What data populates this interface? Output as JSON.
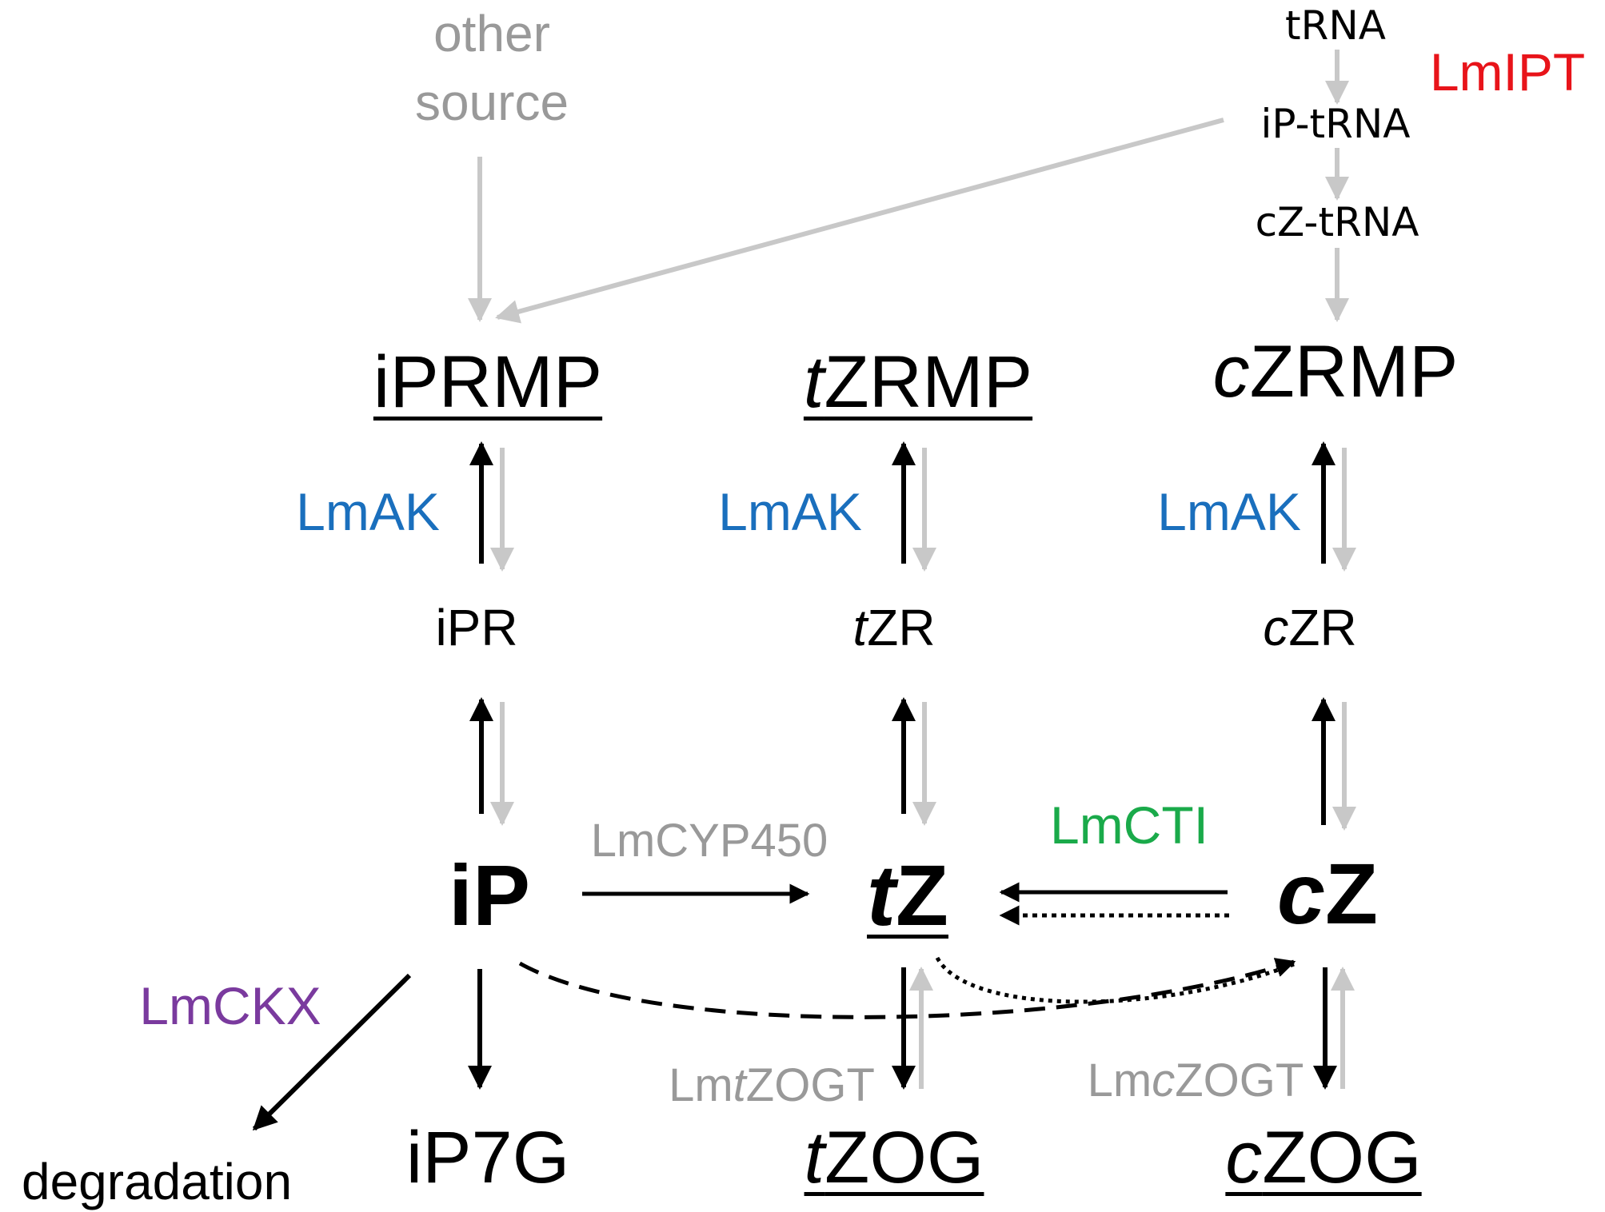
{
  "colors": {
    "black": "#000000",
    "gray": "#999999",
    "light_gray": "#c8c8c8",
    "blue": "#1a6fbd",
    "red": "#e8141a",
    "green": "#1aaa4a",
    "purple": "#7a3a9e"
  },
  "sources": {
    "other_source_line1": "other",
    "other_source_line2": "source",
    "trna": "tRNA",
    "ip_trna": "iP-tRNA",
    "cz_trna": "cZ-tRNA"
  },
  "nucleotides": {
    "iprmp": "iPRMP",
    "tzrmp_prefix": "t",
    "tzrmp_rest": "ZRMP",
    "czrmp_prefix": "c",
    "czrmp_rest": "ZRMP"
  },
  "ribosides": {
    "ipr": "iPR",
    "tzr_prefix": "t",
    "tzr_rest": "ZR",
    "czr_prefix": "c",
    "czr_rest": "ZR"
  },
  "bases": {
    "ip": "iP",
    "tz_prefix": "t",
    "tz_rest": "Z",
    "cz_prefix": "c",
    "cz_rest": "Z"
  },
  "conjugates": {
    "ip7g": "iP7G",
    "tzog_prefix": "t",
    "tzog_rest": "ZOG",
    "czog_prefix": "c",
    "czog_rest": "ZOG",
    "degradation": "degradation"
  },
  "enzymes": {
    "lmipt": "LmIPT",
    "lmak": "LmAK",
    "lmcyp450": "LmCYP450",
    "lmcti": "LmCTI",
    "lmckx": "LmCKX",
    "lmtzogt_prefix": "Lm",
    "lmtzogt_italic": "t",
    "lmtzogt_rest": "ZOGT",
    "lmczogt_prefix": "Lm",
    "lmczogt_italic": "c",
    "lmczogt_rest": "ZOGT"
  }
}
